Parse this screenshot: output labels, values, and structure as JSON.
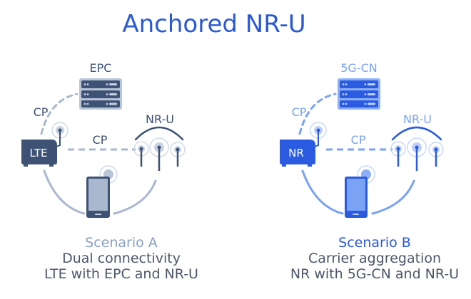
{
  "title": "Anchored NR-U",
  "colors": {
    "accent": "#2b59d6",
    "scenario_a_dark": "#3d5275",
    "scenario_a_light": "#a9b8cf",
    "scenario_b_dark": "#2a5be0",
    "scenario_b_light": "#7aa2f5"
  },
  "scenario_a": {
    "core_label": "EPC",
    "cp_label_1": "CP",
    "cp_label_2": "CP",
    "anchor_label": "LTE",
    "unlicensed_label": "NR-U",
    "caption_title": "Scenario A",
    "caption_line1": "Dual connectivity",
    "caption_line2": "LTE with EPC and NR-U"
  },
  "scenario_b": {
    "core_label": "5G-CN",
    "cp_label_1": "CP",
    "cp_label_2": "CP",
    "anchor_label": "NR",
    "unlicensed_label": "NR-U",
    "caption_title": "Scenario B",
    "caption_line1": "Carrier aggregation",
    "caption_line2": "NR with 5G-CN and NR-U"
  }
}
